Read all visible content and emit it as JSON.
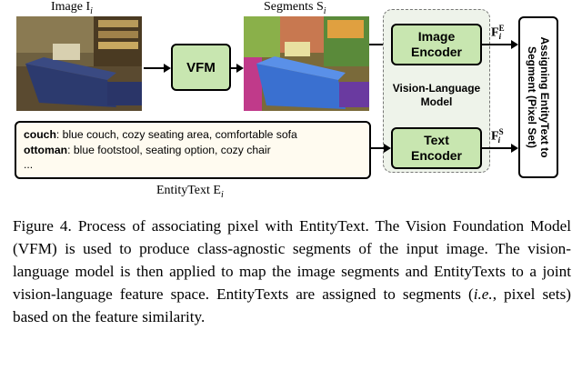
{
  "diagram": {
    "image_label": "Image I",
    "image_sub": "i",
    "segments_label": "Segments S",
    "segments_sub": "i",
    "vfm_label": "VFM",
    "image_encoder_line1": "Image",
    "image_encoder_line2": "Encoder",
    "text_encoder_line1": "Text",
    "text_encoder_line2": "Encoder",
    "vlm_line1": "Vision-Language",
    "vlm_line2": "Model",
    "feat_image": "F",
    "feat_image_sup": "E",
    "feat_image_sub": "i",
    "feat_text": "F",
    "feat_text_sup": "S",
    "feat_text_sub": "i",
    "assign_line1": "Assigning EntityText to",
    "assign_line2": "Segment (Pixel Set)",
    "entity_label": "EntityText E",
    "entity_sub": "i",
    "entities": [
      {
        "name": "couch",
        "desc": ": blue couch, cozy seating area, comfortable sofa"
      },
      {
        "name": "ottoman",
        "desc": ": blue footstool, seating option, cozy chair"
      }
    ],
    "ellipsis": "..."
  },
  "caption": {
    "text": "Figure 4. Process of associating pixel with EntityText. The Vision Foundation Model (VFM) is used to produce class-agnostic segments of the input image. The vision-language model is then applied to map the image segments and EntityTexts to a joint vision-language feature space. EntityTexts are assigned to segments (",
    "italic": "i.e.",
    "text_end": ", pixel sets) based on the feature similarity."
  }
}
